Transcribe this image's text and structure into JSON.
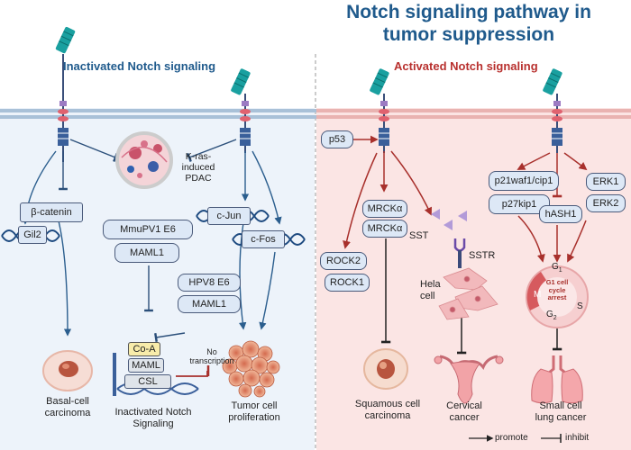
{
  "title": {
    "line1": "Notch signaling pathway in",
    "line2": "tumor suppression"
  },
  "panels": {
    "left": {
      "heading": "Inactivated Notch signaling",
      "color": "#1f5a8c"
    },
    "right": {
      "heading": "Activated Notch signaling",
      "color": "#b8302e"
    }
  },
  "colors": {
    "left_bg": "#edf3fa",
    "right_bg": "#fbe5e4",
    "membrane": "#9fb9d1",
    "inhibit": "#2b4f7a",
    "promote": "#a8302c"
  },
  "left": {
    "beta_catenin": "β-catenin",
    "gli2": "Gil2",
    "kras": {
      "l1": "K-ras-",
      "l2": "induced",
      "l3": "PDAC"
    },
    "mmupv1": "MmuPV1 E6",
    "maml1_a": "MAML1",
    "hpv8": "HPV8 E6",
    "maml1_b": "MAML1",
    "cjun": "c-Jun",
    "cfos": "c-Fos",
    "complex": {
      "coa": "Co-A",
      "maml": "MAML",
      "csl": "CSL"
    },
    "no_transcription": {
      "l1": "No",
      "l2": "transcription"
    },
    "captions": {
      "basal": {
        "l1": "Basal-cell",
        "l2": "carcinoma"
      },
      "inactivated": {
        "l1": "Inactivated Notch",
        "l2": "Signaling"
      },
      "tumor": {
        "l1": "Tumor cell",
        "l2": "proliferation"
      }
    }
  },
  "right": {
    "p53": "p53",
    "mrcka_1": "MRCKα",
    "mrcka_2": "MRCKα",
    "rock2": "ROCK2",
    "rock1": "ROCK1",
    "sst": "SST",
    "sstr": "SSTR",
    "hela": {
      "l1": "Hela",
      "l2": "cell"
    },
    "p21": "p21waf1/cip1",
    "p27": "p27kip1",
    "hash1": "hASH1",
    "erk1": "ERK1",
    "erk2": "ERK2",
    "cycle": {
      "g1": "G",
      "g1_sub": "1",
      "m": "M",
      "s": "S",
      "g2": "G",
      "g2_sub": "2",
      "arrest_l1": "G1 cell",
      "arrest_l2": "cycle",
      "arrest_l3": "arrest"
    },
    "captions": {
      "squamous": {
        "l1": "Squamous cell",
        "l2": "carcinoma"
      },
      "cervical": {
        "l1": "Cervical",
        "l2": "cancer"
      },
      "lung": {
        "l1": "Small cell",
        "l2": "lung cancer"
      }
    }
  },
  "legend": {
    "promote": "promote",
    "inhibit": "inhibit"
  }
}
